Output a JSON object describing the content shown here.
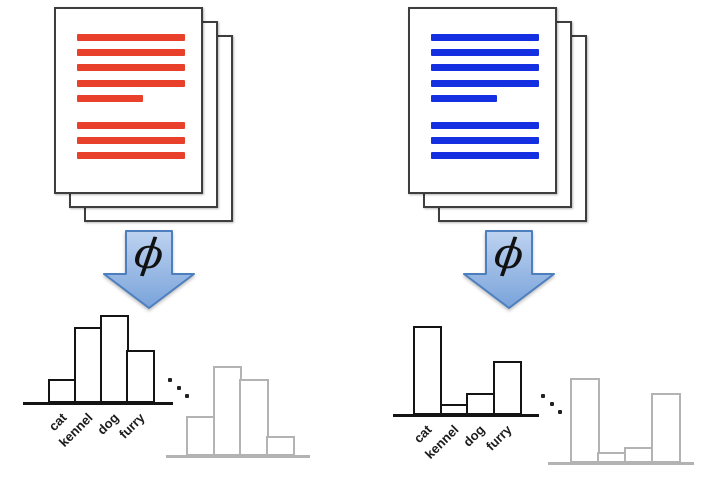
{
  "colors": {
    "left_text": "#e8402a",
    "right_text": "#1530e0",
    "arrow_fill_top": "#bdd2f0",
    "arrow_fill_bottom": "#79a3da",
    "arrow_border": "#4d7fbe",
    "histogram_stroke": "#141414",
    "ghost_stroke": "#b3b3b3",
    "page_border": "#3e3e3e"
  },
  "left_panel": {
    "document": {
      "color_key": "left_text",
      "lines": [
        "long",
        "long",
        "long",
        "long",
        "short",
        "long",
        "long",
        "long"
      ]
    },
    "arrow_label": "ϕ"
  },
  "right_panel": {
    "document": {
      "color_key": "right_text",
      "lines": [
        "long",
        "long",
        "long",
        "long",
        "short",
        "long",
        "long",
        "long"
      ]
    },
    "arrow_label": "ϕ"
  },
  "chart_data": [
    {
      "name": "left-word-histogram",
      "type": "bar",
      "categories": [
        "cat",
        "kennel",
        "dog",
        "furry"
      ],
      "values": [
        24,
        76,
        88,
        53
      ],
      "title": "",
      "xlabel": "",
      "ylabel": "",
      "ylim": [
        0,
        92
      ],
      "grid": false,
      "stroke_key": "histogram_stroke",
      "note": "word-frequency bars, unlabeled y-axis"
    },
    {
      "name": "left-ghost-histogram",
      "type": "bar",
      "categories": [],
      "values": [
        40,
        90,
        77,
        20
      ],
      "ylim": [
        0,
        92
      ],
      "grid": false,
      "stroke_key": "ghost_stroke",
      "note": "faded histogram hinted after diagonal ellipsis"
    },
    {
      "name": "right-word-histogram",
      "type": "bar",
      "categories": [
        "cat",
        "kennel",
        "dog",
        "furry"
      ],
      "values": [
        89,
        11,
        22,
        54
      ],
      "title": "",
      "xlabel": "",
      "ylabel": "",
      "ylim": [
        0,
        92
      ],
      "grid": false,
      "stroke_key": "histogram_stroke",
      "note": "word-frequency bars, unlabeled y-axis"
    },
    {
      "name": "right-ghost-histogram",
      "type": "bar",
      "categories": [],
      "values": [
        85,
        11,
        16,
        70
      ],
      "ylim": [
        0,
        92
      ],
      "grid": false,
      "stroke_key": "ghost_stroke",
      "note": "faded histogram hinted after diagonal ellipsis"
    }
  ]
}
